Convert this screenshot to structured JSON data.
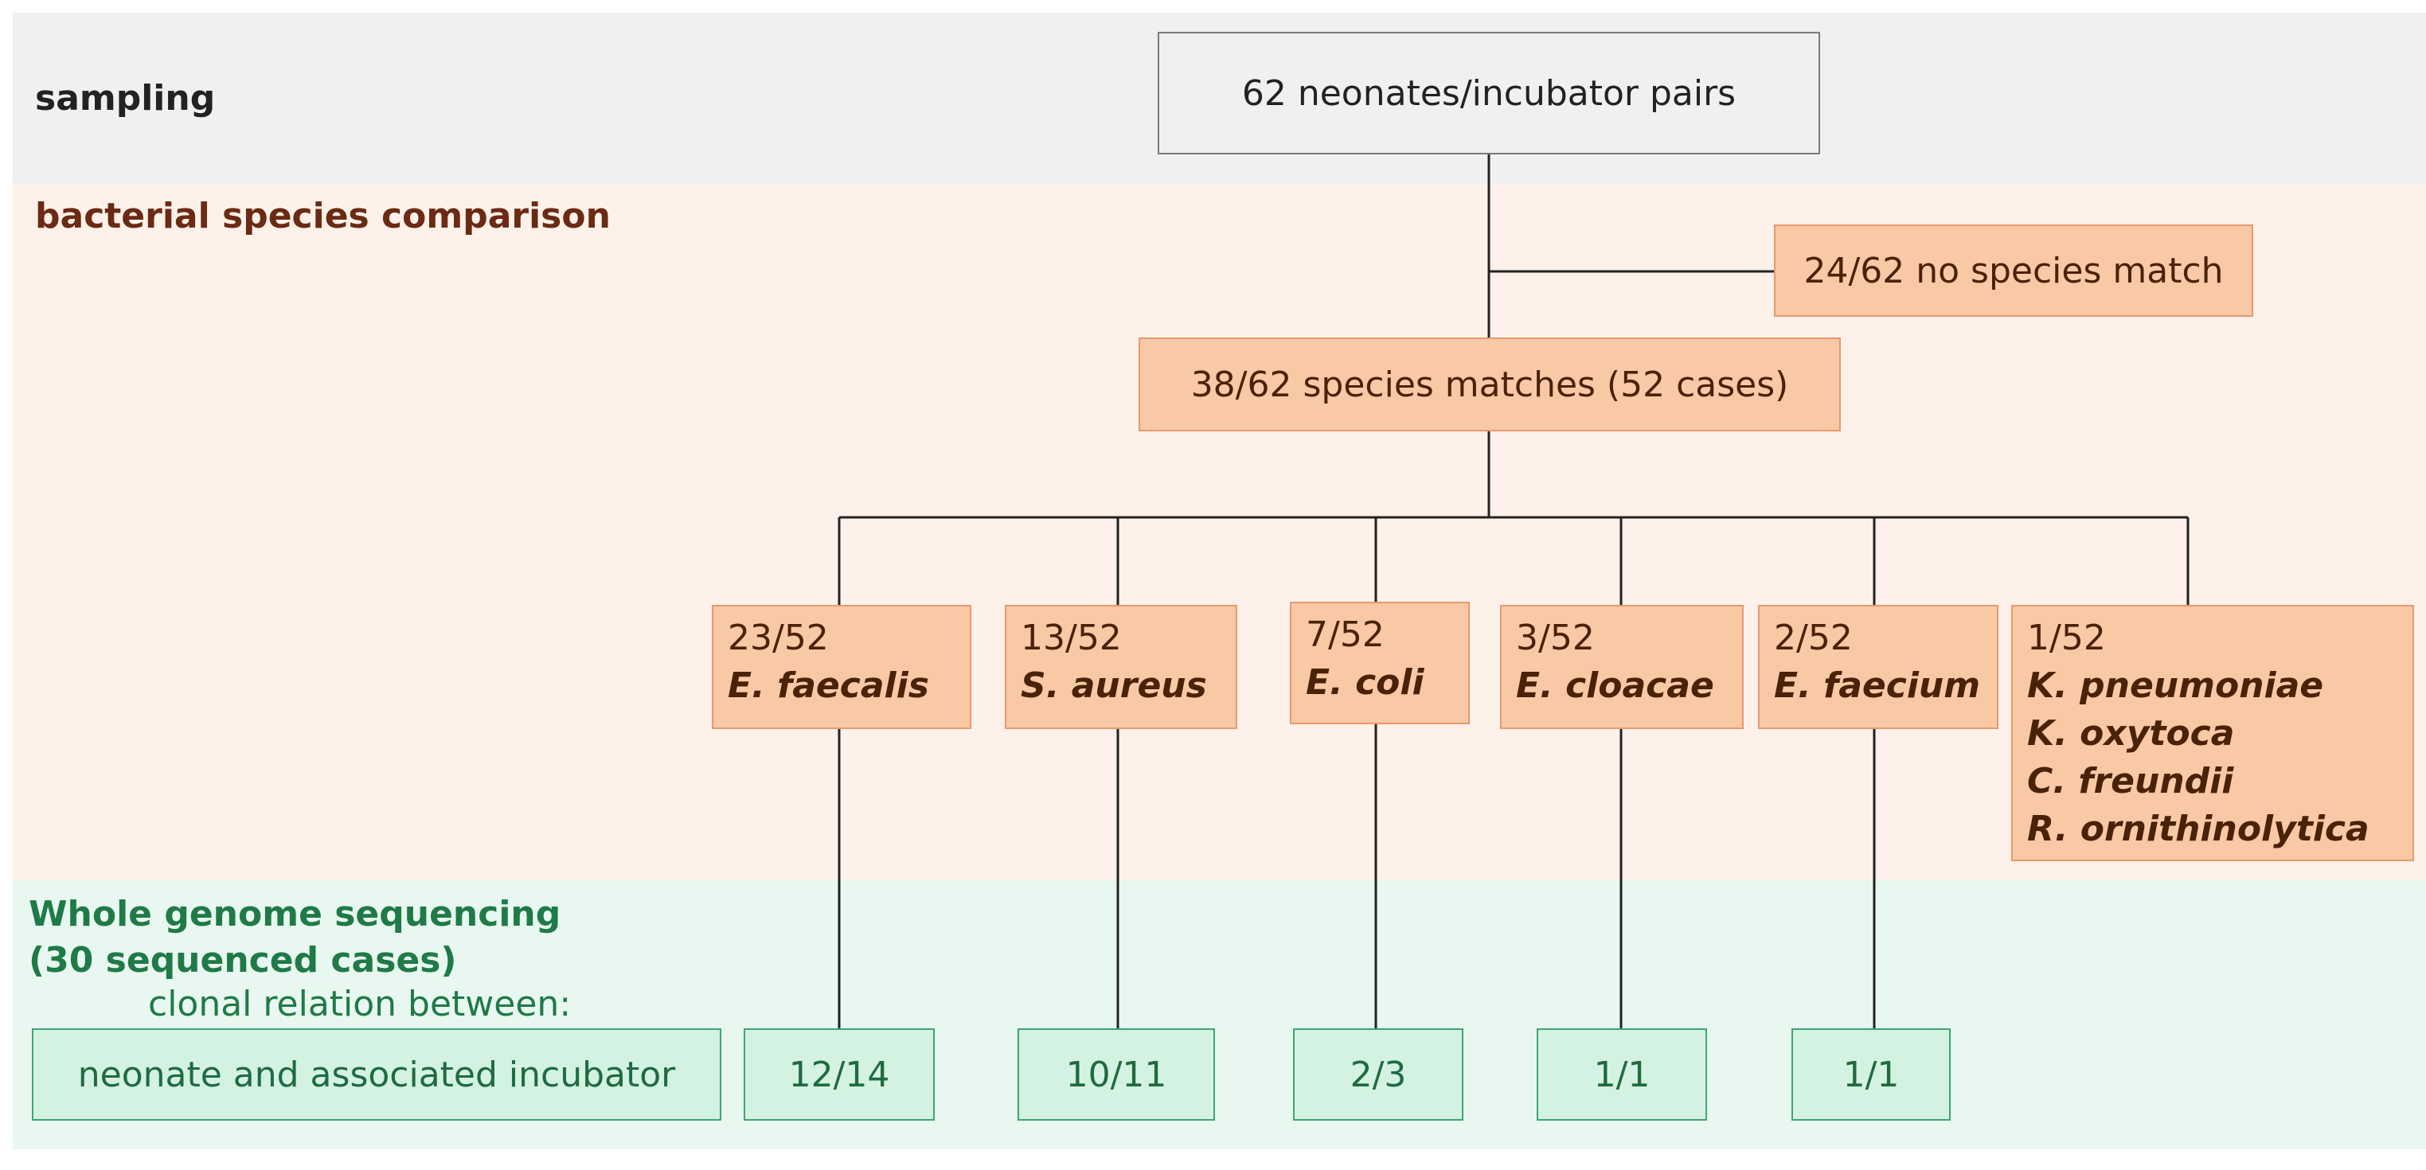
{
  "sections": {
    "sampling": "sampling",
    "species_comparison": "bacterial species comparison",
    "wgs_line1": "Whole genome sequencing",
    "wgs_line2": "(30 sequenced cases)",
    "clonal_relation": "clonal relation between:"
  },
  "nodes": {
    "root": "62 neonates/incubator pairs",
    "no_match": "24/62 no species match",
    "matches": "38/62 species matches (52 cases)",
    "neonate_incubator": "neonate and associated incubator"
  },
  "species": [
    {
      "count": "23/52",
      "names": [
        "E. faecalis"
      ],
      "sequenced": "12/14"
    },
    {
      "count": "13/52",
      "names": [
        "S. aureus"
      ],
      "sequenced": "10/11"
    },
    {
      "count": "7/52",
      "names": [
        "E. coli"
      ],
      "sequenced": "2/3"
    },
    {
      "count": "3/52",
      "names": [
        "E. cloacae"
      ],
      "sequenced": "1/1"
    },
    {
      "count": "2/52",
      "names": [
        "E. faecium"
      ],
      "sequenced": "1/1"
    },
    {
      "count": "1/52",
      "names": [
        "K. pneumoniae",
        "K. oxytoca",
        "C. freundii",
        "R. ornithinolytica"
      ]
    }
  ],
  "colors": {
    "sampling_band": "#f0f0f0",
    "species_band": "#fdf1e9",
    "wgs_band": "#e8f7ef",
    "orange_box": "#f9c9a6",
    "green_box": "#d3f2e1",
    "species_label": "#6b2a13",
    "wgs_label": "#1f7a47"
  }
}
